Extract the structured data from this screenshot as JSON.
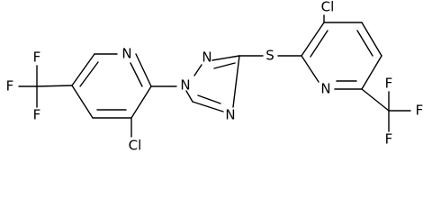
{
  "molecule": {
    "atoms": {
      "left_f_top": "F",
      "left_f_left": "F",
      "left_f_bottom": "F",
      "left_pyridine_n": "N",
      "left_cl": "Cl",
      "triazole_n1": "N",
      "triazole_n2": "N",
      "triazole_n4": "N",
      "sulfur": "S",
      "right_cl": "Cl",
      "right_pyridine_n": "N",
      "right_f_top": "F",
      "right_f_right": "F",
      "right_f_bottom": "F"
    }
  }
}
